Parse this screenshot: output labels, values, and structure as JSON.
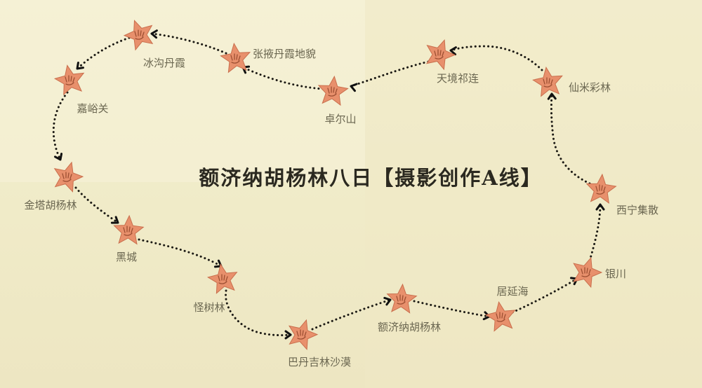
{
  "title": "额济纳胡杨林八日【摄影创作A线】",
  "stops": [
    {
      "id": "bingou",
      "name": "冰沟丹霞"
    },
    {
      "id": "zhangye",
      "name": "张掖丹霞地貌"
    },
    {
      "id": "zhuoer",
      "name": "卓尔山"
    },
    {
      "id": "tianjing",
      "name": "天境祁连"
    },
    {
      "id": "xianmi",
      "name": "仙米彩林"
    },
    {
      "id": "xining",
      "name": "西宁集散"
    },
    {
      "id": "yinchuan",
      "name": "银川"
    },
    {
      "id": "juyan",
      "name": "居延海"
    },
    {
      "id": "ejina",
      "name": "额济纳胡杨林"
    },
    {
      "id": "badain",
      "name": "巴丹吉林沙漠"
    },
    {
      "id": "guaishu",
      "name": "怪树林"
    },
    {
      "id": "heicheng",
      "name": "黑城"
    },
    {
      "id": "jinta",
      "name": "金塔胡杨林"
    },
    {
      "id": "jiayu",
      "name": "嘉峪关"
    }
  ],
  "colors": {
    "star": "#e8906c",
    "line": "#1c1a14",
    "label": "#6a6650",
    "title": "#2b2920",
    "background": "#f1ecc9"
  },
  "icons": {
    "stop_marker": "star-icon",
    "decoration": "handprint-icon"
  }
}
